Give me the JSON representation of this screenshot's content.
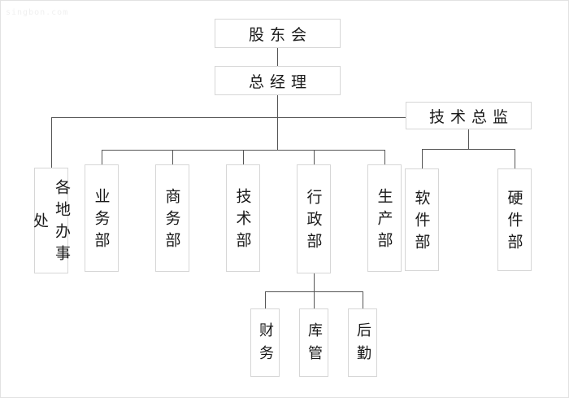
{
  "chart": {
    "kind": "organization-chart",
    "title_watermark": "singbon.com",
    "line_color": "#555555",
    "box_border_color": "#d6d6d6",
    "background_color": "#ffffff",
    "text_color": "#1a1a1a",
    "nodes": {
      "shareholders": "股东会",
      "general_manager": "总经理",
      "technical_director": "技术总监",
      "regional_offices": "各地办事处",
      "business_dept": "业务部",
      "commerce_dept": "商务部",
      "technology_dept": "技术部",
      "administration_dept": "行政部",
      "production_dept": "生产部",
      "software_dept": "软件部",
      "hardware_dept": "硬件部",
      "finance": "财务",
      "warehouse": "库管",
      "logistics": "后勤"
    }
  }
}
